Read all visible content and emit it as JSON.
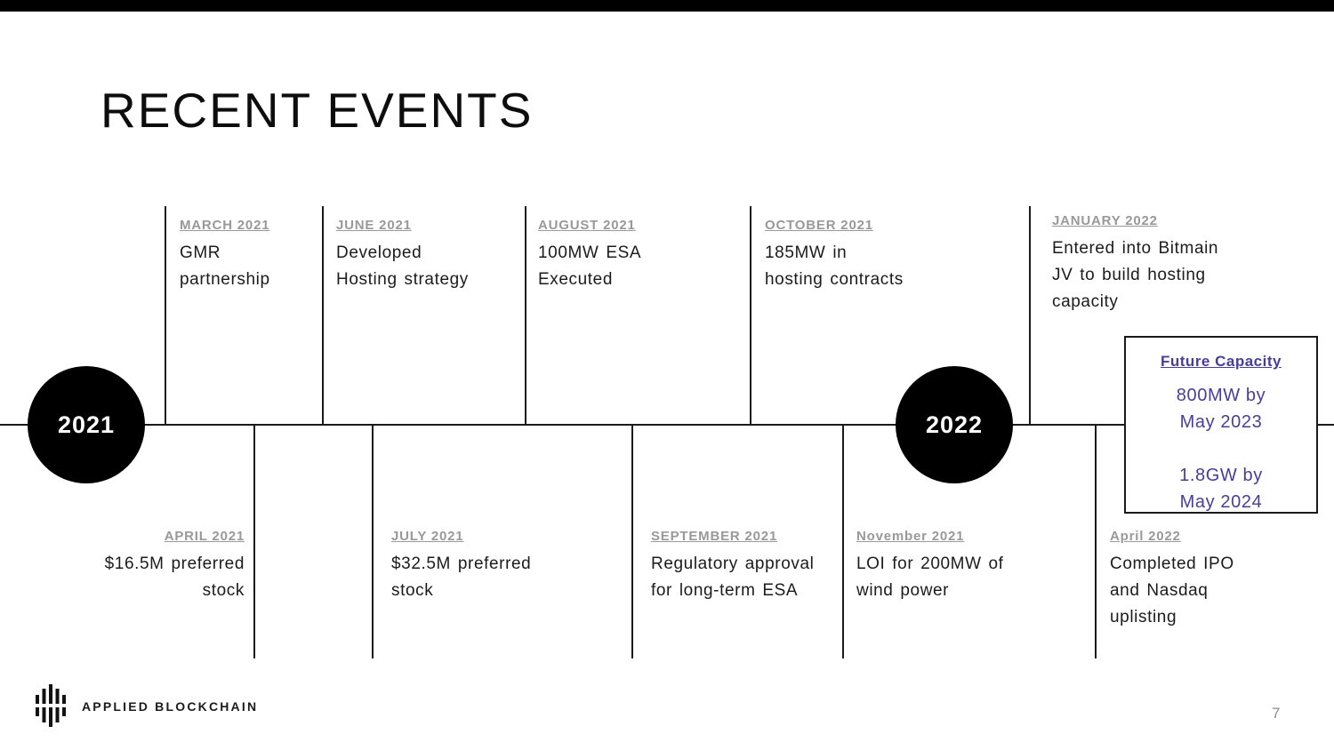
{
  "slide": {
    "title": "RECENT EVENTS",
    "page_number": "7"
  },
  "timeline": {
    "year_markers": [
      {
        "label": "2021"
      },
      {
        "label": "2022"
      }
    ],
    "events_top": [
      {
        "date": "MARCH 2021",
        "description": "GMR\npartnership"
      },
      {
        "date": "JUNE 2021",
        "description": "Developed\nHosting strategy"
      },
      {
        "date": "AUGUST 2021",
        "description": "100MW ESA\nExecuted"
      },
      {
        "date": "OCTOBER 2021",
        "description": "185MW in\nhosting contracts"
      },
      {
        "date": "JANUARY 2022",
        "description": "Entered into Bitmain\nJV to build hosting\ncapacity"
      }
    ],
    "events_bottom": [
      {
        "date": "APRIL 2021",
        "description": "$16.5M preferred\nstock"
      },
      {
        "date": "JULY 2021",
        "description": "$32.5M preferred\nstock"
      },
      {
        "date": "SEPTEMBER 2021",
        "description": "Regulatory approval\nfor long-term ESA"
      },
      {
        "date": "November 2021",
        "description": "LOI for 200MW of\nwind power"
      },
      {
        "date": "April 2022",
        "description": "Completed IPO\nand Nasdaq\nuplisting"
      }
    ],
    "future_capacity": {
      "title": "Future Capacity",
      "items": [
        "800MW by\nMay 2023",
        "1.8GW by\nMay 2024"
      ]
    }
  },
  "footer": {
    "brand": "APPLIED BLOCKCHAIN",
    "logo": "applied-blockchain-logo"
  },
  "colors": {
    "accent_purple": "#473e99",
    "label_gray": "#999999",
    "bar_black": "#000000"
  }
}
